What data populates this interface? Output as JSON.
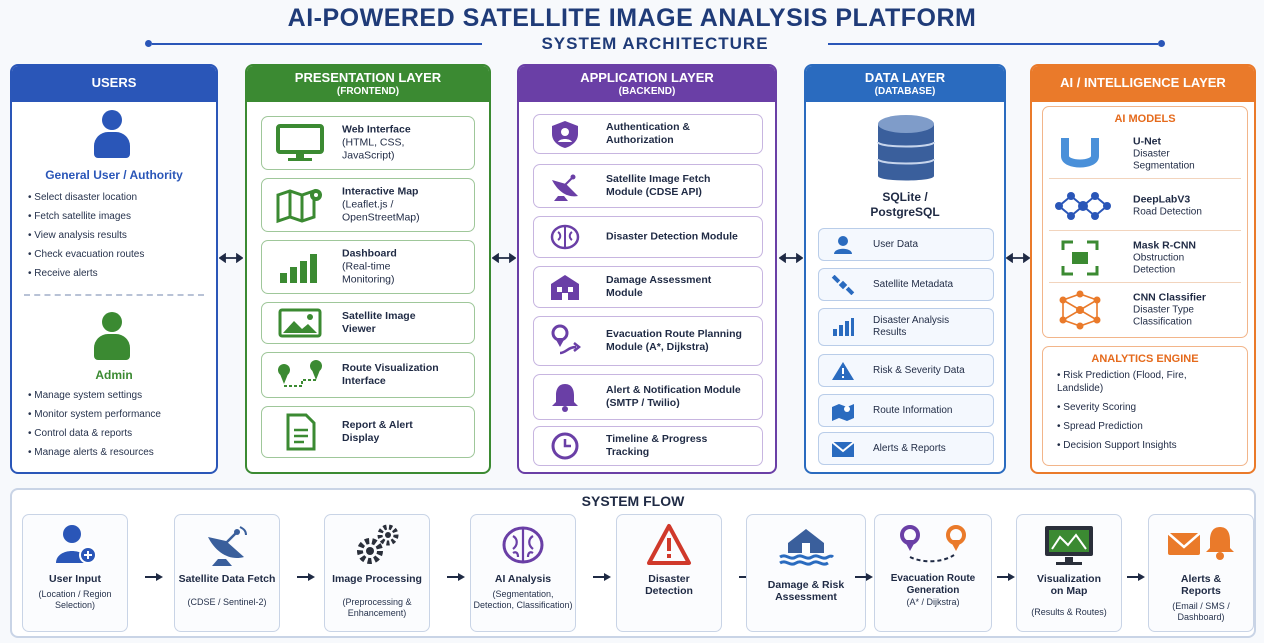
{
  "header": {
    "title": "AI-POWERED SATELLITE IMAGE ANALYSIS PLATFORM",
    "subtitle": "SYSTEM ARCHITECTURE"
  },
  "users": {
    "heading": "USERS",
    "general_role": "General User / Authority",
    "general_items": [
      "Select disaster location",
      "Fetch satellite images",
      "View analysis results",
      "Check evacuation routes",
      "Receive alerts"
    ],
    "admin_role": "Admin",
    "admin_items": [
      "Manage system settings",
      "Monitor system performance",
      "Control data & reports",
      "Manage alerts & resources"
    ]
  },
  "presentation": {
    "heading": "PRESENTATION LAYER",
    "subheading": "(FRONTEND)",
    "items": [
      {
        "title": "Web Interface",
        "detail": "(HTML, CSS, JavaScript)",
        "icon": "monitor-icon"
      },
      {
        "title": "Interactive Map",
        "detail": "(Leaflet.js / OpenStreetMap)",
        "icon": "map-icon"
      },
      {
        "title": "Dashboard",
        "detail": "(Real-time Monitoring)",
        "icon": "bar-chart-icon"
      },
      {
        "title": "Satellite Image",
        "detail": "Viewer",
        "icon": "image-icon"
      },
      {
        "title": "Route Visualization",
        "detail": "Interface",
        "icon": "route-icon"
      },
      {
        "title": "Report & Alert",
        "detail": "Display",
        "icon": "document-icon"
      }
    ]
  },
  "application": {
    "heading": "APPLICATION LAYER",
    "subheading": "(BACKEND)",
    "items": [
      {
        "label": "Authentication & Authorization",
        "icon": "shield-user-icon"
      },
      {
        "label": "Satellite Image Fetch Module (CDSE API)",
        "icon": "satellite-dish-icon"
      },
      {
        "label": "Disaster Detection Module",
        "icon": "brain-icon"
      },
      {
        "label": "Damage Assessment Module",
        "icon": "building-icon"
      },
      {
        "label": "Evacuation Route Planning Module (A*, Dijkstra)",
        "icon": "route-pin-icon"
      },
      {
        "label": "Alert & Notification Module (SMTP / Twilio)",
        "icon": "bell-icon"
      },
      {
        "label": "Timeline & Progress Tracking",
        "icon": "clock-icon"
      }
    ]
  },
  "data_layer": {
    "heading": "DATA LAYER",
    "subheading": "(DATABASE)",
    "db_name": "SQLite / PostgreSQL",
    "items": [
      {
        "label": "User Data",
        "icon": "user-icon"
      },
      {
        "label": "Satellite Metadata",
        "icon": "satellite-icon"
      },
      {
        "label": "Disaster Analysis Results",
        "icon": "bars-icon"
      },
      {
        "label": "Risk & Severity Data",
        "icon": "warning-icon"
      },
      {
        "label": "Route Information",
        "icon": "route-map-icon"
      },
      {
        "label": "Alerts & Reports",
        "icon": "mail-icon"
      }
    ]
  },
  "ai_layer": {
    "heading": "AI / INTELLIGENCE LAYER",
    "models_title": "AI MODELS",
    "models": [
      {
        "name": "U-Net",
        "desc": "Disaster Segmentation",
        "icon": "unet-icon"
      },
      {
        "name": "DeepLabV3",
        "desc": "Road Detection",
        "icon": "network-icon"
      },
      {
        "name": "Mask R-CNN",
        "desc": "Obstruction Detection",
        "icon": "scan-frame-icon"
      },
      {
        "name": "CNN Classifier",
        "desc": "Disaster Type Classification",
        "icon": "neural-net-icon"
      }
    ],
    "analytics_title": "ANALYTICS ENGINE",
    "analytics_items": [
      "Risk Prediction (Flood, Fire, Landslide)",
      "Severity Scoring",
      "Spread Prediction",
      "Decision Support Insights"
    ]
  },
  "flow": {
    "title": "SYSTEM FLOW",
    "steps": [
      {
        "label": "User Input",
        "sub": "(Location / Region Selection)",
        "icon": "user-add-icon"
      },
      {
        "label": "Satellite Data Fetch",
        "sub": "(CDSE / Sentinel-2)",
        "icon": "satellite-dish-icon"
      },
      {
        "label": "Image Processing",
        "sub": "(Preprocessing & Enhancement)",
        "icon": "gears-icon"
      },
      {
        "label": "AI Analysis",
        "sub": "(Segmentation, Detection, Classification)",
        "icon": "brain-icon"
      },
      {
        "label": "Disaster Detection",
        "sub": "",
        "icon": "warning-icon"
      },
      {
        "label": "Damage & Risk Assessment",
        "sub": "",
        "icon": "flood-house-icon"
      },
      {
        "label": "Evacuation Route Generation",
        "sub": "(A* / Dijkstra)",
        "icon": "route-pin-icon"
      },
      {
        "label": "Visualization on Map",
        "sub": "(Results & Routes)",
        "icon": "map-monitor-icon"
      },
      {
        "label": "Alerts & Reports",
        "sub": "(Email / SMS / Dashboard)",
        "icon": "mail-bell-icon"
      }
    ]
  },
  "colors": {
    "users": "#2a56b8",
    "presentation": "#3b8a32",
    "application": "#6a3fa6",
    "data": "#2a6bbf",
    "ai": "#ea7a2a"
  }
}
